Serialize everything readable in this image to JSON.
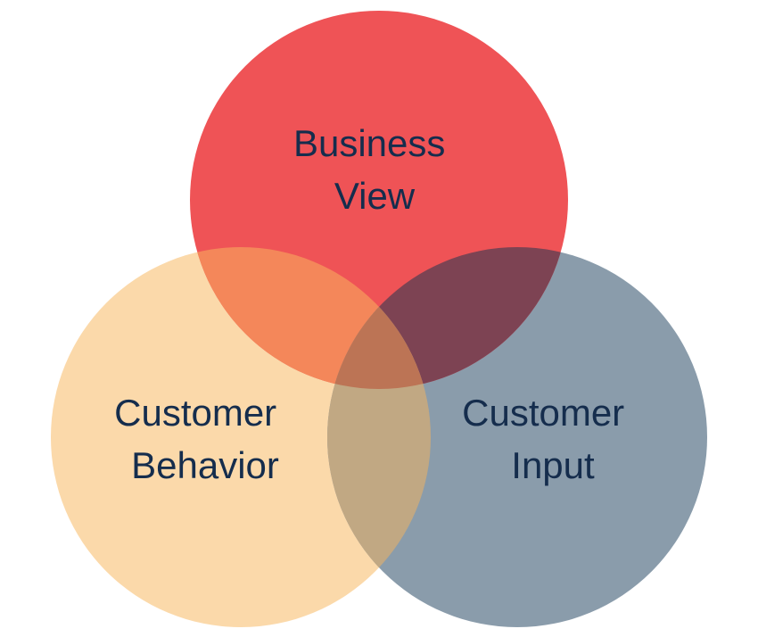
{
  "diagram": {
    "circles": [
      {
        "id": "business-view",
        "lines": [
          "Business",
          "View"
        ],
        "fill": "#ef5356"
      },
      {
        "id": "customer-behavior",
        "lines": [
          "Customer",
          "Behavior"
        ],
        "fill": "#fbd9aa"
      },
      {
        "id": "customer-input",
        "lines": [
          "Customer",
          "Input"
        ],
        "fill": "#8a9cab"
      }
    ],
    "overlaps": {
      "business-behavior": "#f4875a",
      "business-input": "#7d4353",
      "behavior-input": "#c1a883",
      "center": "#bc7455"
    },
    "text_color": "#152d4d"
  }
}
